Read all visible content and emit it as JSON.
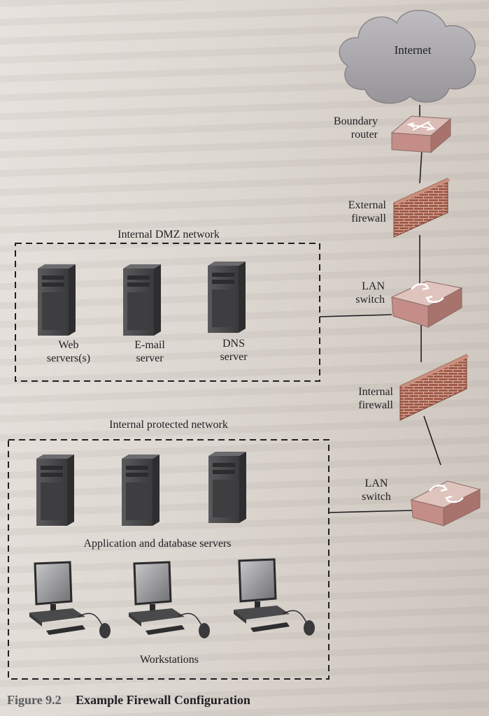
{
  "internet": {
    "label": "Internet"
  },
  "boundary_router": {
    "label_line1": "Boundary",
    "label_line2": "router"
  },
  "external_firewall": {
    "label_line1": "External",
    "label_line2": "firewall"
  },
  "lan_switch_1": {
    "label_line1": "LAN",
    "label_line2": "switch"
  },
  "internal_firewall": {
    "label_line1": "Internal",
    "label_line2": "firewall"
  },
  "lan_switch_2": {
    "label_line1": "LAN",
    "label_line2": "switch"
  },
  "dmz": {
    "title": "Internal DMZ network",
    "servers": [
      {
        "line1": "Web",
        "line2": "servers(s)"
      },
      {
        "line1": "E-mail",
        "line2": "server"
      },
      {
        "line1": "DNS",
        "line2": "server"
      }
    ]
  },
  "protected": {
    "title": "Internal protected network",
    "servers_label": "Application and database servers",
    "workstations_label": "Workstations"
  },
  "caption": {
    "number": "Figure 9.2",
    "title": "Example Firewall Configuration"
  },
  "colors": {
    "line": "#1f1f22",
    "brick": "#a15a48",
    "device": "#c98e88",
    "server": "#4a4a4c",
    "cloud": "#a9a7ab"
  }
}
